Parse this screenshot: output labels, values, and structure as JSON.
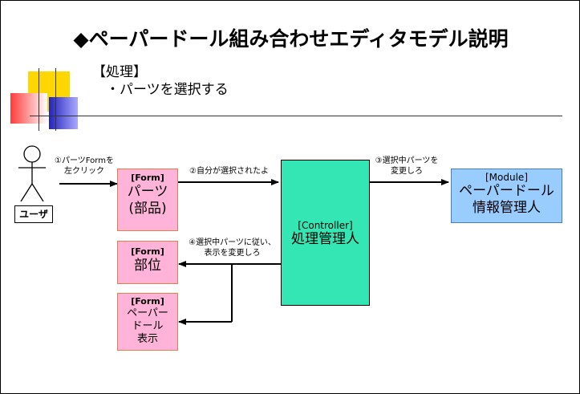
{
  "title": "◆ペーパードール組み合わせエディタモデル説明",
  "subheading": "【処理】",
  "bullet": "・パーツを選択する",
  "actor": {
    "label": "ユーザ"
  },
  "boxes": {
    "parts": {
      "tag": "[Form]",
      "line1": "パーツ",
      "line2": "(部品)"
    },
    "bui": {
      "tag": "[Form]",
      "line1": "部位"
    },
    "display": {
      "tag": "[Form]",
      "line1": "ペーパー",
      "line2": "ドール",
      "line3": "表示"
    },
    "controller": {
      "tag": "[Controller]",
      "line1": "処理管理人"
    },
    "module": {
      "tag": "[Module]",
      "line1": "ペーパードール",
      "line2": "情報管理人"
    }
  },
  "labels": {
    "step1_a": "①パーツFormを",
    "step1_b": "左クリック",
    "step2": "②自分が選択されたよ",
    "step3_a": "③選択中パーツを",
    "step3_b": "変更しろ",
    "step4_a": "④選択中パーツに従い、",
    "step4_b": "表示を変更しろ"
  },
  "colors": {
    "form_fill": "#ffb3d9",
    "controller_fill": "#33e6b3",
    "module_fill": "#99ccff"
  }
}
